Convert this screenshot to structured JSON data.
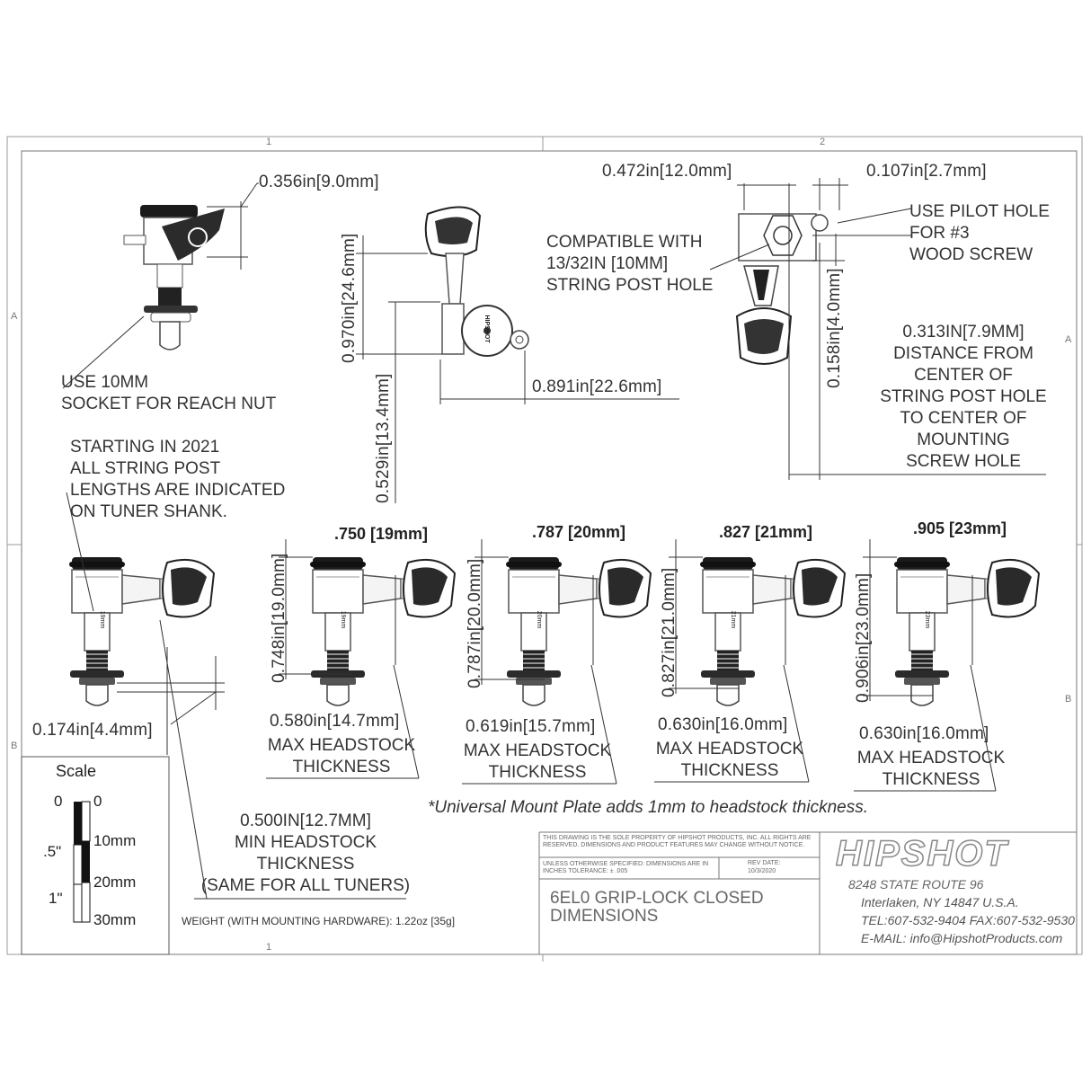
{
  "zone_marks": {
    "top_1": "1",
    "top_2": "2",
    "left_a": "A",
    "left_b": "B",
    "right_a": "A",
    "right_b": "B",
    "bottom_1": "1"
  },
  "dims": {
    "d1": "0.356in[9.0mm]",
    "d2": "0.970in[24.6mm]",
    "d3": "0.529in[13.4mm]",
    "d4": "0.891in[22.6mm]",
    "d5": "0.472in[12.0mm]",
    "d6": "0.107in[2.7mm]",
    "d7": "0.158in[4.0mm]",
    "d8": "0.174in[4.4mm]",
    "v1": "0.748in[19.0mm]",
    "v2": "0.787in[20.0mm]",
    "v3": "0.827in[21.0mm]",
    "v4": "0.906in[23.0mm]",
    "h1": "0.580in[14.7mm]",
    "h2": "0.619in[15.7mm]",
    "h3": "0.630in[16.0mm]",
    "h4": "0.630in[16.0mm]"
  },
  "notes": {
    "socket": "USE 10MM\nSOCKET FOR REACH NUT",
    "compatible": "COMPATIBLE WITH\n13/32in [10mm]\nSTRING POST HOLE",
    "pilot": "USE PILOT HOLE\nFOR #3\nWOOD SCREW",
    "distance": "0.313in[7.9mm]\nDISTANCE FROM\nCENTER OF\nSTRING POST HOLE\nTO CENTER OF\nMOUNTING\nSCREW HOLE",
    "starting": "STARTING IN 2021\nALL STRING POST\nLENGTHS ARE INDICATED\nON TUNER SHANK.",
    "max_hs": "MAX HEADSTOCK\nTHICKNESS",
    "min_hs": "0.500in[12.7mm]\nMIN HEADSTOCK\nTHICKNESS\n(SAME FOR ALL TUNERS)",
    "universal": "*Universal Mount Plate adds 1mm to headstock thickness.",
    "weight": "WEIGHT (WITH MOUNTING HARDWARE): 1.22oz [35g]"
  },
  "post_headers": [
    ".750 [19mm]",
    ".787 [20mm]",
    ".827 [21mm]",
    ".905 [23mm]"
  ],
  "shank_marks": [
    "19mm",
    "19mm",
    "20mm",
    "21mm",
    "23mm"
  ],
  "scale": {
    "title": "Scale",
    "in0": "0",
    "in5": ".5\"",
    "in1": "1\"",
    "mm0": "0",
    "mm10": "10mm",
    "mm20": "20mm",
    "mm30": "30mm"
  },
  "title_block": {
    "disclaimer": "THIS DRAWING IS THE SOLE PROPERTY OF HIPSHOT PRODUCTS, INC. ALL RIGHTS ARE RESERVED. DIMENSIONS AND PRODUCT FEATURES MAY CHANGE WITHOUT NOTICE.",
    "tolerance": "UNLESS OTHERWISE SPECIFIED: DIMENSIONS ARE IN INCHES TOLERANCE: ± .005",
    "rev_label": "REV DATE:",
    "rev_date": "10/3/2020",
    "title": "6EL0 GRIP-LOCK CLOSED\nDIMENSIONS",
    "logo": "HIPSHOT",
    "addr1": "8248 STATE ROUTE 96",
    "addr2": "Interlaken, NY 14847 U.S.A.",
    "phone": "TEL:607-532-9404 FAX:607-532-9530",
    "email": "E-MAIL: info@HipshotProducts.com"
  },
  "knob_logo": "HIPSHOT"
}
